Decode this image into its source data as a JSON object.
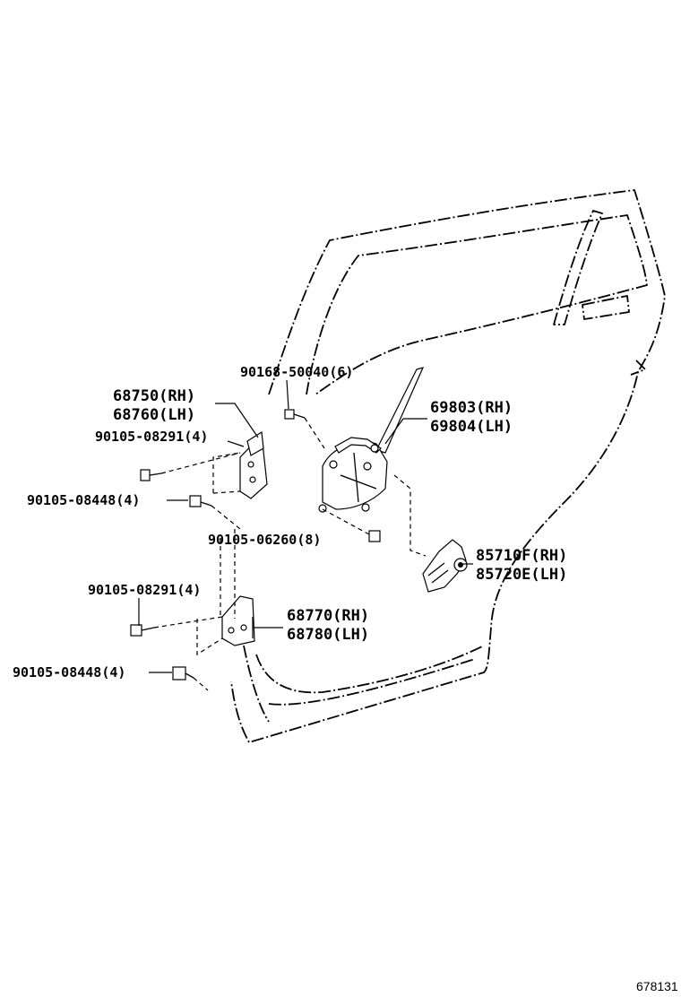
{
  "labels": {
    "p68750": "68750(RH)",
    "p68760": "68760(LH)",
    "p90168_50040": "90168-50040(6)",
    "p69803": "69803(RH)",
    "p69804": "69804(LH)",
    "p90105_08291_a": "90105-08291(4)",
    "p90105_08448_a": "90105-08448(4)",
    "p90105_06260": "90105-06260(8)",
    "p85710F": "85710F(RH)",
    "p85720E": "85720E(LH)",
    "p90105_08291_b": "90105-08291(4)",
    "p68770": "68770(RH)",
    "p68780": "68780(LH)",
    "p90105_08448_b": "90105-08448(4)"
  },
  "reference_number": "678131"
}
